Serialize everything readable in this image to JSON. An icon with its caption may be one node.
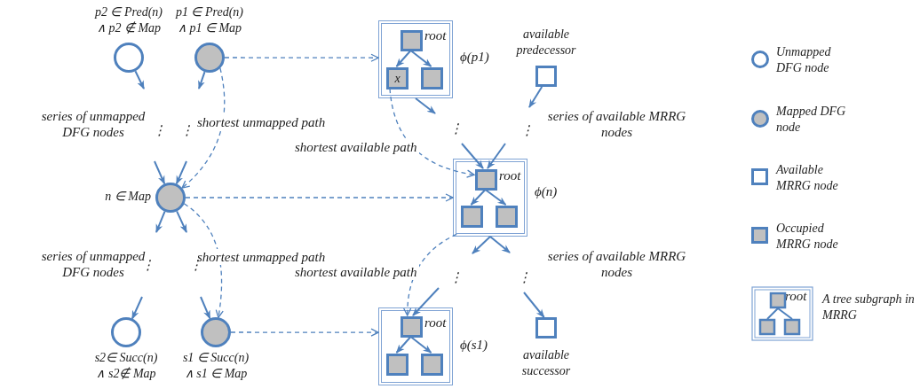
{
  "diagram": {
    "nodes": [
      {
        "text": [],
        "shape": "circle",
        "beside": [
          "p2 ∈ Pred(n) ∧ p2 ∉ Map"
        ]
      },
      {
        "text": [],
        "shape": "circle",
        "beside": [
          "p1 ∈ Pred(n) ∧ p1 ∈ Map"
        ]
      },
      {
        "text": [],
        "shape": "circle",
        "beside": [
          "n ∈ Map"
        ]
      },
      {
        "text": [],
        "shape": "circle",
        "beside": [
          "s2∈ Succ(n) ∧ s2∉ Map"
        ]
      },
      {
        "text": [],
        "shape": "circle",
        "beside": [
          "s1 ∈ Succ(n) ∧ s1 ∈ Map"
        ]
      },
      {
        "text": [],
        "shape": "box",
        "beside": [
          "ϕ(p1)"
        ]
      },
      {
        "text": [],
        "shape": "box",
        "in": 5,
        "beside": [
          "root"
        ]
      },
      {
        "text": [
          "x"
        ],
        "in": 5
      },
      {
        "text": [],
        "shape": "box",
        "in": 5
      },
      {
        "text": [],
        "shape": "box",
        "beside": [
          "ϕ(n)"
        ]
      },
      {
        "text": [],
        "shape": "box",
        "in": 9,
        "beside": [
          "root"
        ]
      },
      {
        "text": [],
        "shape": "box",
        "in": 9
      },
      {
        "text": [],
        "shape": "box",
        "in": 9
      },
      {
        "text": [],
        "shape": "box",
        "beside": [
          "ϕ(s1)"
        ]
      },
      {
        "text": [],
        "shape": "box",
        "in": 13,
        "beside": [
          "root"
        ]
      },
      {
        "text": [],
        "shape": "box",
        "in": 13
      },
      {
        "text": [],
        "shape": "box",
        "in": 13
      },
      {
        "text": [],
        "shape": "box",
        "beside": [
          "available predecessor"
        ]
      },
      {
        "text": [],
        "shape": "box",
        "beside": [
          "available successor"
        ]
      }
    ],
    "edges": [
      {
        "from": 0,
        "to": null,
        "arrow": "to"
      },
      {
        "from": 1,
        "to": null,
        "arrow": "to"
      },
      {
        "from": null,
        "to": 2,
        "arrow": "to"
      },
      {
        "from": null,
        "to": 2,
        "arrow": "to"
      },
      {
        "from": 2,
        "to": null,
        "arrow": "to"
      },
      {
        "from": 2,
        "to": null,
        "arrow": "to"
      },
      {
        "from": null,
        "to": 3,
        "arrow": "to"
      },
      {
        "from": null,
        "to": 4,
        "arrow": "to"
      },
      {
        "from": 1,
        "to": 2,
        "arrow": "to",
        "label": "shortest unmapped path",
        "style": "dashed"
      },
      {
        "from": 2,
        "to": 4,
        "arrow": "to",
        "label": "shortest unmapped path",
        "style": "dashed"
      },
      {
        "from": 1,
        "to": 5,
        "arrow": "to",
        "style": "dashed"
      },
      {
        "from": 2,
        "to": 9,
        "arrow": "to",
        "style": "dashed"
      },
      {
        "from": 4,
        "to": 13,
        "arrow": "to",
        "style": "dashed"
      },
      {
        "from": 6,
        "to": 7,
        "arrow": "to"
      },
      {
        "from": 6,
        "to": 8,
        "arrow": "to"
      },
      {
        "from": 10,
        "to": 11,
        "arrow": "to"
      },
      {
        "from": 10,
        "to": 12,
        "arrow": "to"
      },
      {
        "from": 14,
        "to": 15,
        "arrow": "to"
      },
      {
        "from": 14,
        "to": 16,
        "arrow": "to"
      },
      {
        "from": 5,
        "to": null,
        "arrow": "to"
      },
      {
        "from": 17,
        "to": null,
        "arrow": "to"
      },
      {
        "from": null,
        "to": 10,
        "arrow": "to"
      },
      {
        "from": null,
        "to": 10,
        "arrow": "to"
      },
      {
        "from": 9,
        "to": null,
        "arrow": "to"
      },
      {
        "from": 9,
        "to": null,
        "arrow": "to"
      },
      {
        "from": null,
        "to": 14,
        "arrow": "to"
      },
      {
        "from": null,
        "to": 18,
        "arrow": "to"
      },
      {
        "from": 7,
        "to": 10,
        "arrow": "to",
        "label": "shortest available path",
        "style": "dashed"
      },
      {
        "from": 9,
        "to": 14,
        "arrow": "to",
        "label": "shortest available path",
        "style": "dashed"
      }
    ],
    "labels": [
      "series of unmapped DFG nodes",
      "⋮",
      "⋮",
      "⋮",
      "⋮",
      "series of available MRRG nodes",
      "series of unmapped DFG nodes",
      "⋮",
      "⋮",
      "⋮",
      "⋮",
      "series of available MRRG nodes",
      "root"
    ],
    "legend": [
      {
        "text": "Unmapped DFG node"
      },
      {
        "text": "Mapped DFG node"
      },
      {
        "text": "Available MRRG node"
      },
      {
        "text": "Occupied MRRG node"
      },
      {
        "text": "A tree subgraph in MRRG"
      }
    ]
  }
}
